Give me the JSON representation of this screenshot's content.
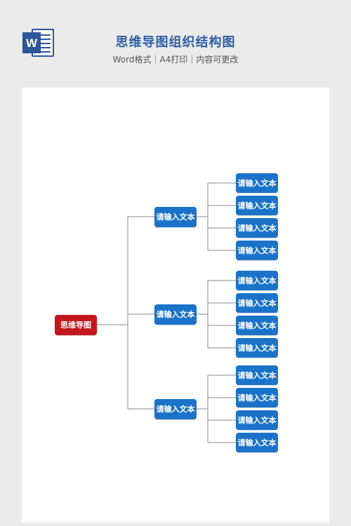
{
  "header": {
    "title": "思维导图组织结构图",
    "subtitle": "Word格式｜A4打印｜内容可更改",
    "app_icon": "word-icon",
    "app_icon_letter": "W"
  },
  "colors": {
    "title": "#2f5fa6",
    "root": "#c4161c",
    "branch": "#1a73c9",
    "line": "#888888"
  },
  "mindmap": {
    "root": {
      "label": "思维导图"
    },
    "branches": [
      {
        "label": "请输入文本",
        "children": [
          "请输入文本",
          "请输入文本",
          "请输入文本",
          "请输入文本"
        ]
      },
      {
        "label": "请输入文本",
        "children": [
          "请输入文本",
          "请输入文本",
          "请输入文本",
          "请输入文本"
        ]
      },
      {
        "label": "请输入文本",
        "children": [
          "请输入文本",
          "请输入文本",
          "请输入文本",
          "请输入文本"
        ]
      }
    ]
  }
}
